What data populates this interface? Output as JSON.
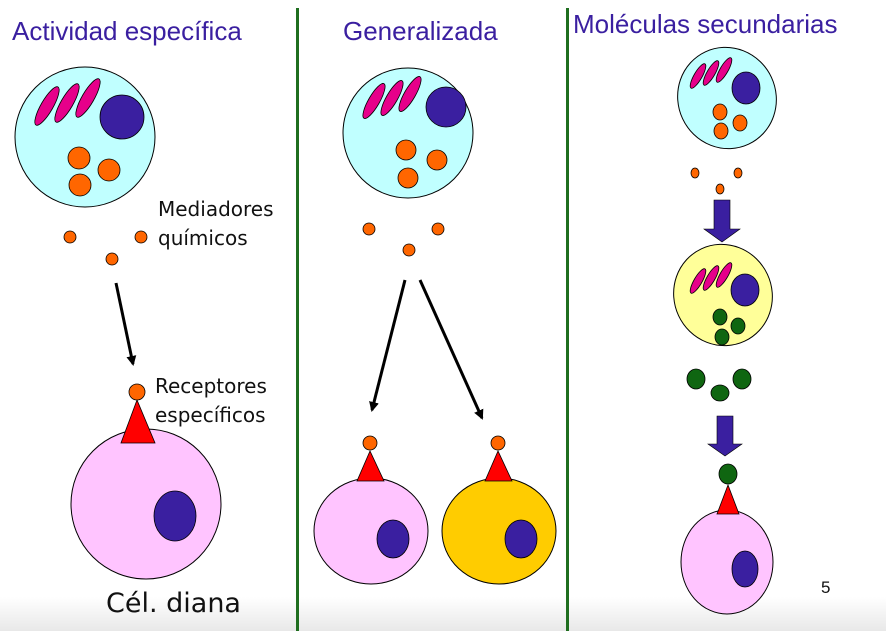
{
  "slide": {
    "page_number": "5",
    "panels": [
      {
        "title": "Actividad específica",
        "labels": {
          "mediators_line1": "Mediadores",
          "mediators_line2": "químicos",
          "receptors_line1": "Receptores",
          "receptors_line2": "específicos",
          "target_cell": "Cél. diana"
        }
      },
      {
        "title": "Generalizada"
      },
      {
        "title": "Moléculas secundarias"
      }
    ]
  },
  "colors": {
    "title": "#3a1fa0",
    "divider": "#1f6e1f",
    "cytoplasm_cyan": "#c0ffff",
    "cytoplasm_yellow": "#ffff99",
    "target_pink": "#ffc4ff",
    "target_gold": "#ffcc00",
    "nucleus": "#3a1fa0",
    "granule_magenta": "#e6008a",
    "mediator_orange": "#ff6600",
    "secondary_green": "#0f6611",
    "receptor_red": "#ff0000"
  }
}
